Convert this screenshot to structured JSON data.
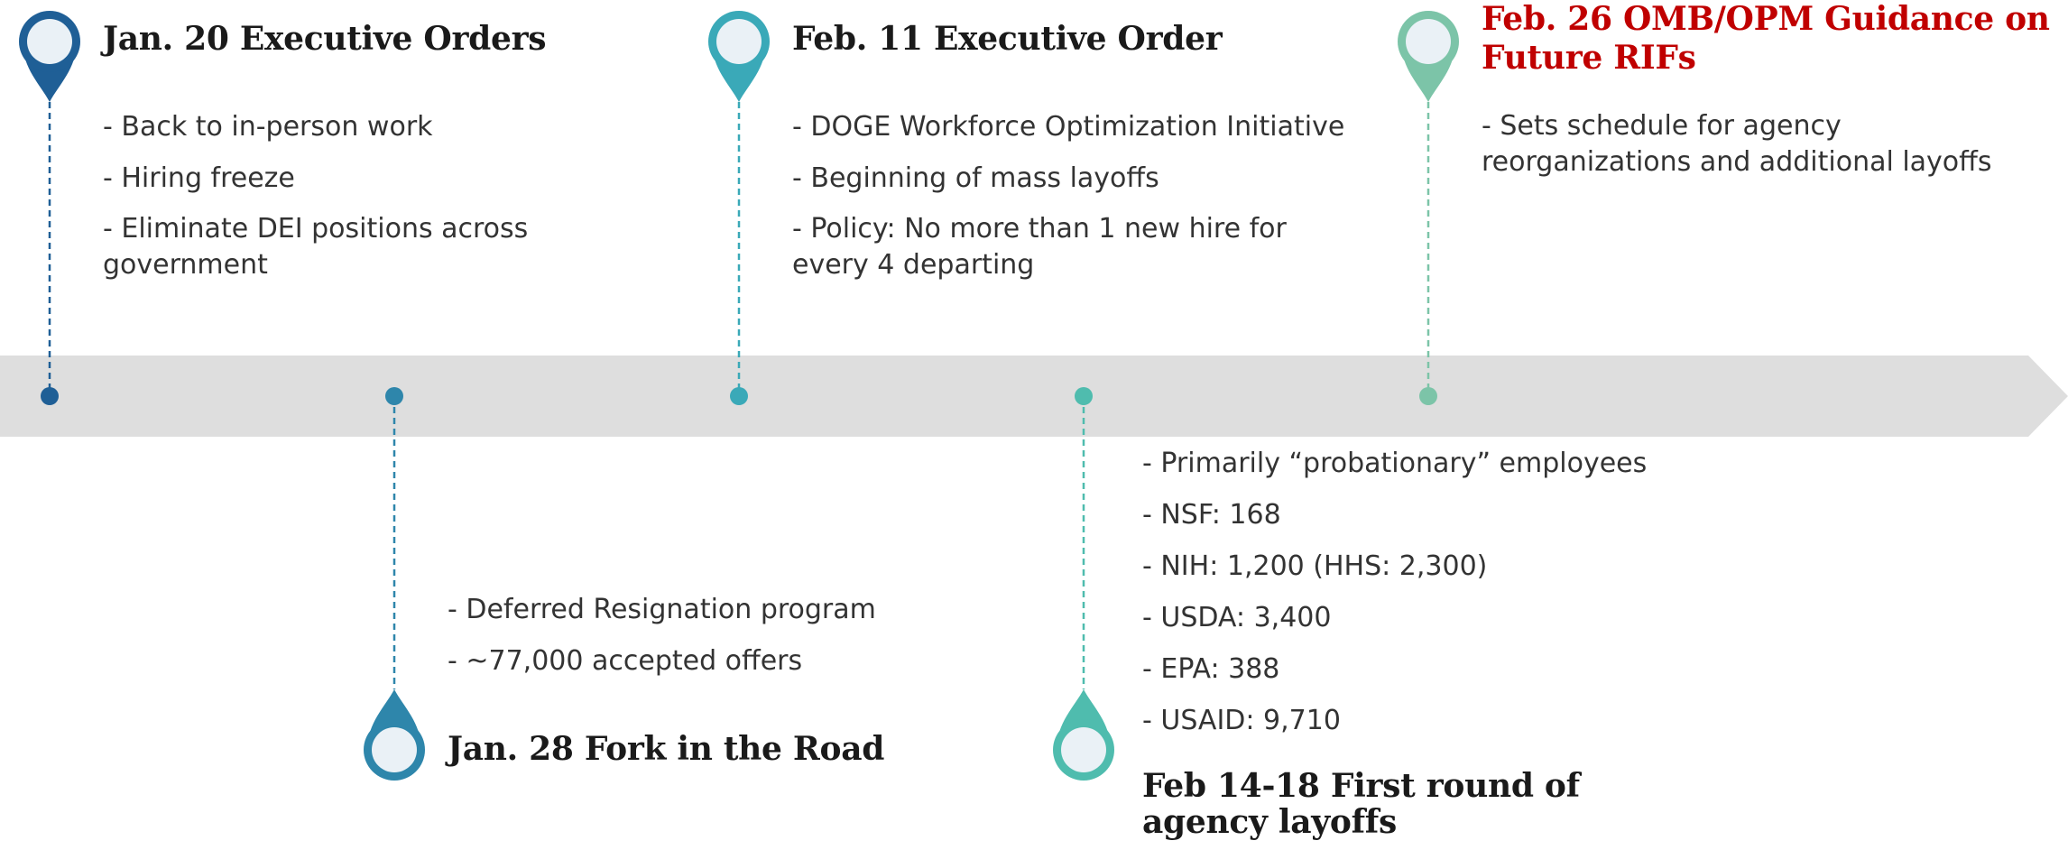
{
  "events": [
    {
      "id": "jan20",
      "title": "Jan. 20 Executive Orders",
      "side": "top",
      "color": "#1f5f96",
      "bullets": [
        "- Back to in-person work",
        "- Hiring freeze",
        "- Eliminate DEI positions across government"
      ]
    },
    {
      "id": "jan28",
      "title": "Jan. 28 Fork in the Road",
      "side": "bottom",
      "color": "#2e86ab",
      "bullets": [
        "- Deferred Resignation program",
        "- ~77,000 accepted offers"
      ]
    },
    {
      "id": "feb11",
      "title": "Feb. 11 Executive Order",
      "side": "top",
      "color": "#3aa9b8",
      "bullets": [
        "- DOGE Workforce Optimization Initiative",
        "- Beginning of mass layoffs",
        "- Policy: No more than 1 new hire for every 4 departing"
      ]
    },
    {
      "id": "feb14",
      "title": "Feb 14-18 First round of agency layoffs",
      "side": "bottom",
      "color": "#4fbcae",
      "bullets": [
        "- Primarily “probationary” employees",
        "- NSF: 168",
        "- NIH: 1,200 (HHS: 2,300)",
        "- USDA: 3,400",
        "- EPA: 388",
        "- USAID: 9,710"
      ]
    },
    {
      "id": "feb26",
      "title": "Feb. 26 OMB/OPM Guidance on Future RIFs",
      "side": "top",
      "color": "#7cc4a8",
      "title_color": "#c00000",
      "bullets": [
        "- Sets schedule for agency reorganizations and additional layoffs"
      ]
    }
  ],
  "colors": {
    "arrow": "#dedede",
    "pin_inner": "#eaf1f6",
    "text": "#333333",
    "title": "#1a1a1a",
    "accent": "#c00000"
  }
}
